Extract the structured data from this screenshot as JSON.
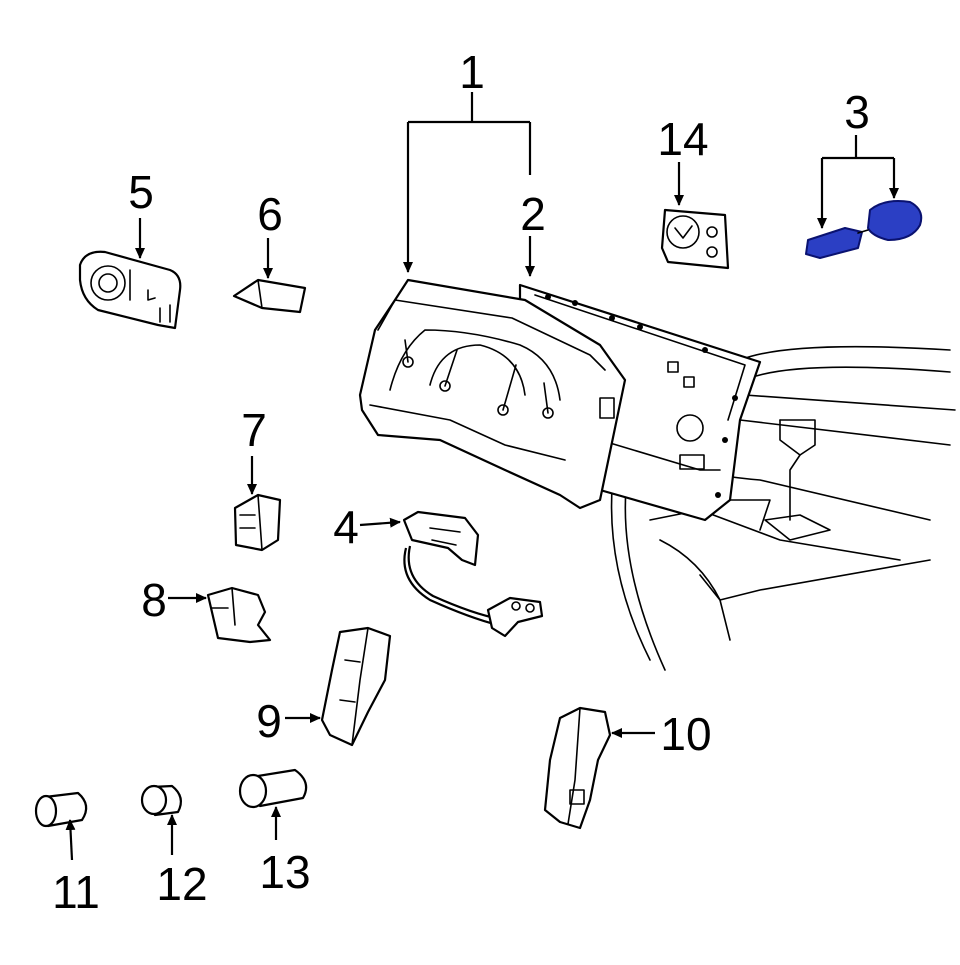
{
  "diagram": {
    "highlight_color": "#2b3fc4",
    "callouts": [
      {
        "id": "1",
        "label": "1"
      },
      {
        "id": "2",
        "label": "2"
      },
      {
        "id": "3",
        "label": "3"
      },
      {
        "id": "4",
        "label": "4"
      },
      {
        "id": "5",
        "label": "5"
      },
      {
        "id": "6",
        "label": "6"
      },
      {
        "id": "7",
        "label": "7"
      },
      {
        "id": "8",
        "label": "8"
      },
      {
        "id": "9",
        "label": "9"
      },
      {
        "id": "10",
        "label": "10"
      },
      {
        "id": "11",
        "label": "11"
      },
      {
        "id": "12",
        "label": "12"
      },
      {
        "id": "13",
        "label": "13"
      },
      {
        "id": "14",
        "label": "14"
      }
    ]
  }
}
